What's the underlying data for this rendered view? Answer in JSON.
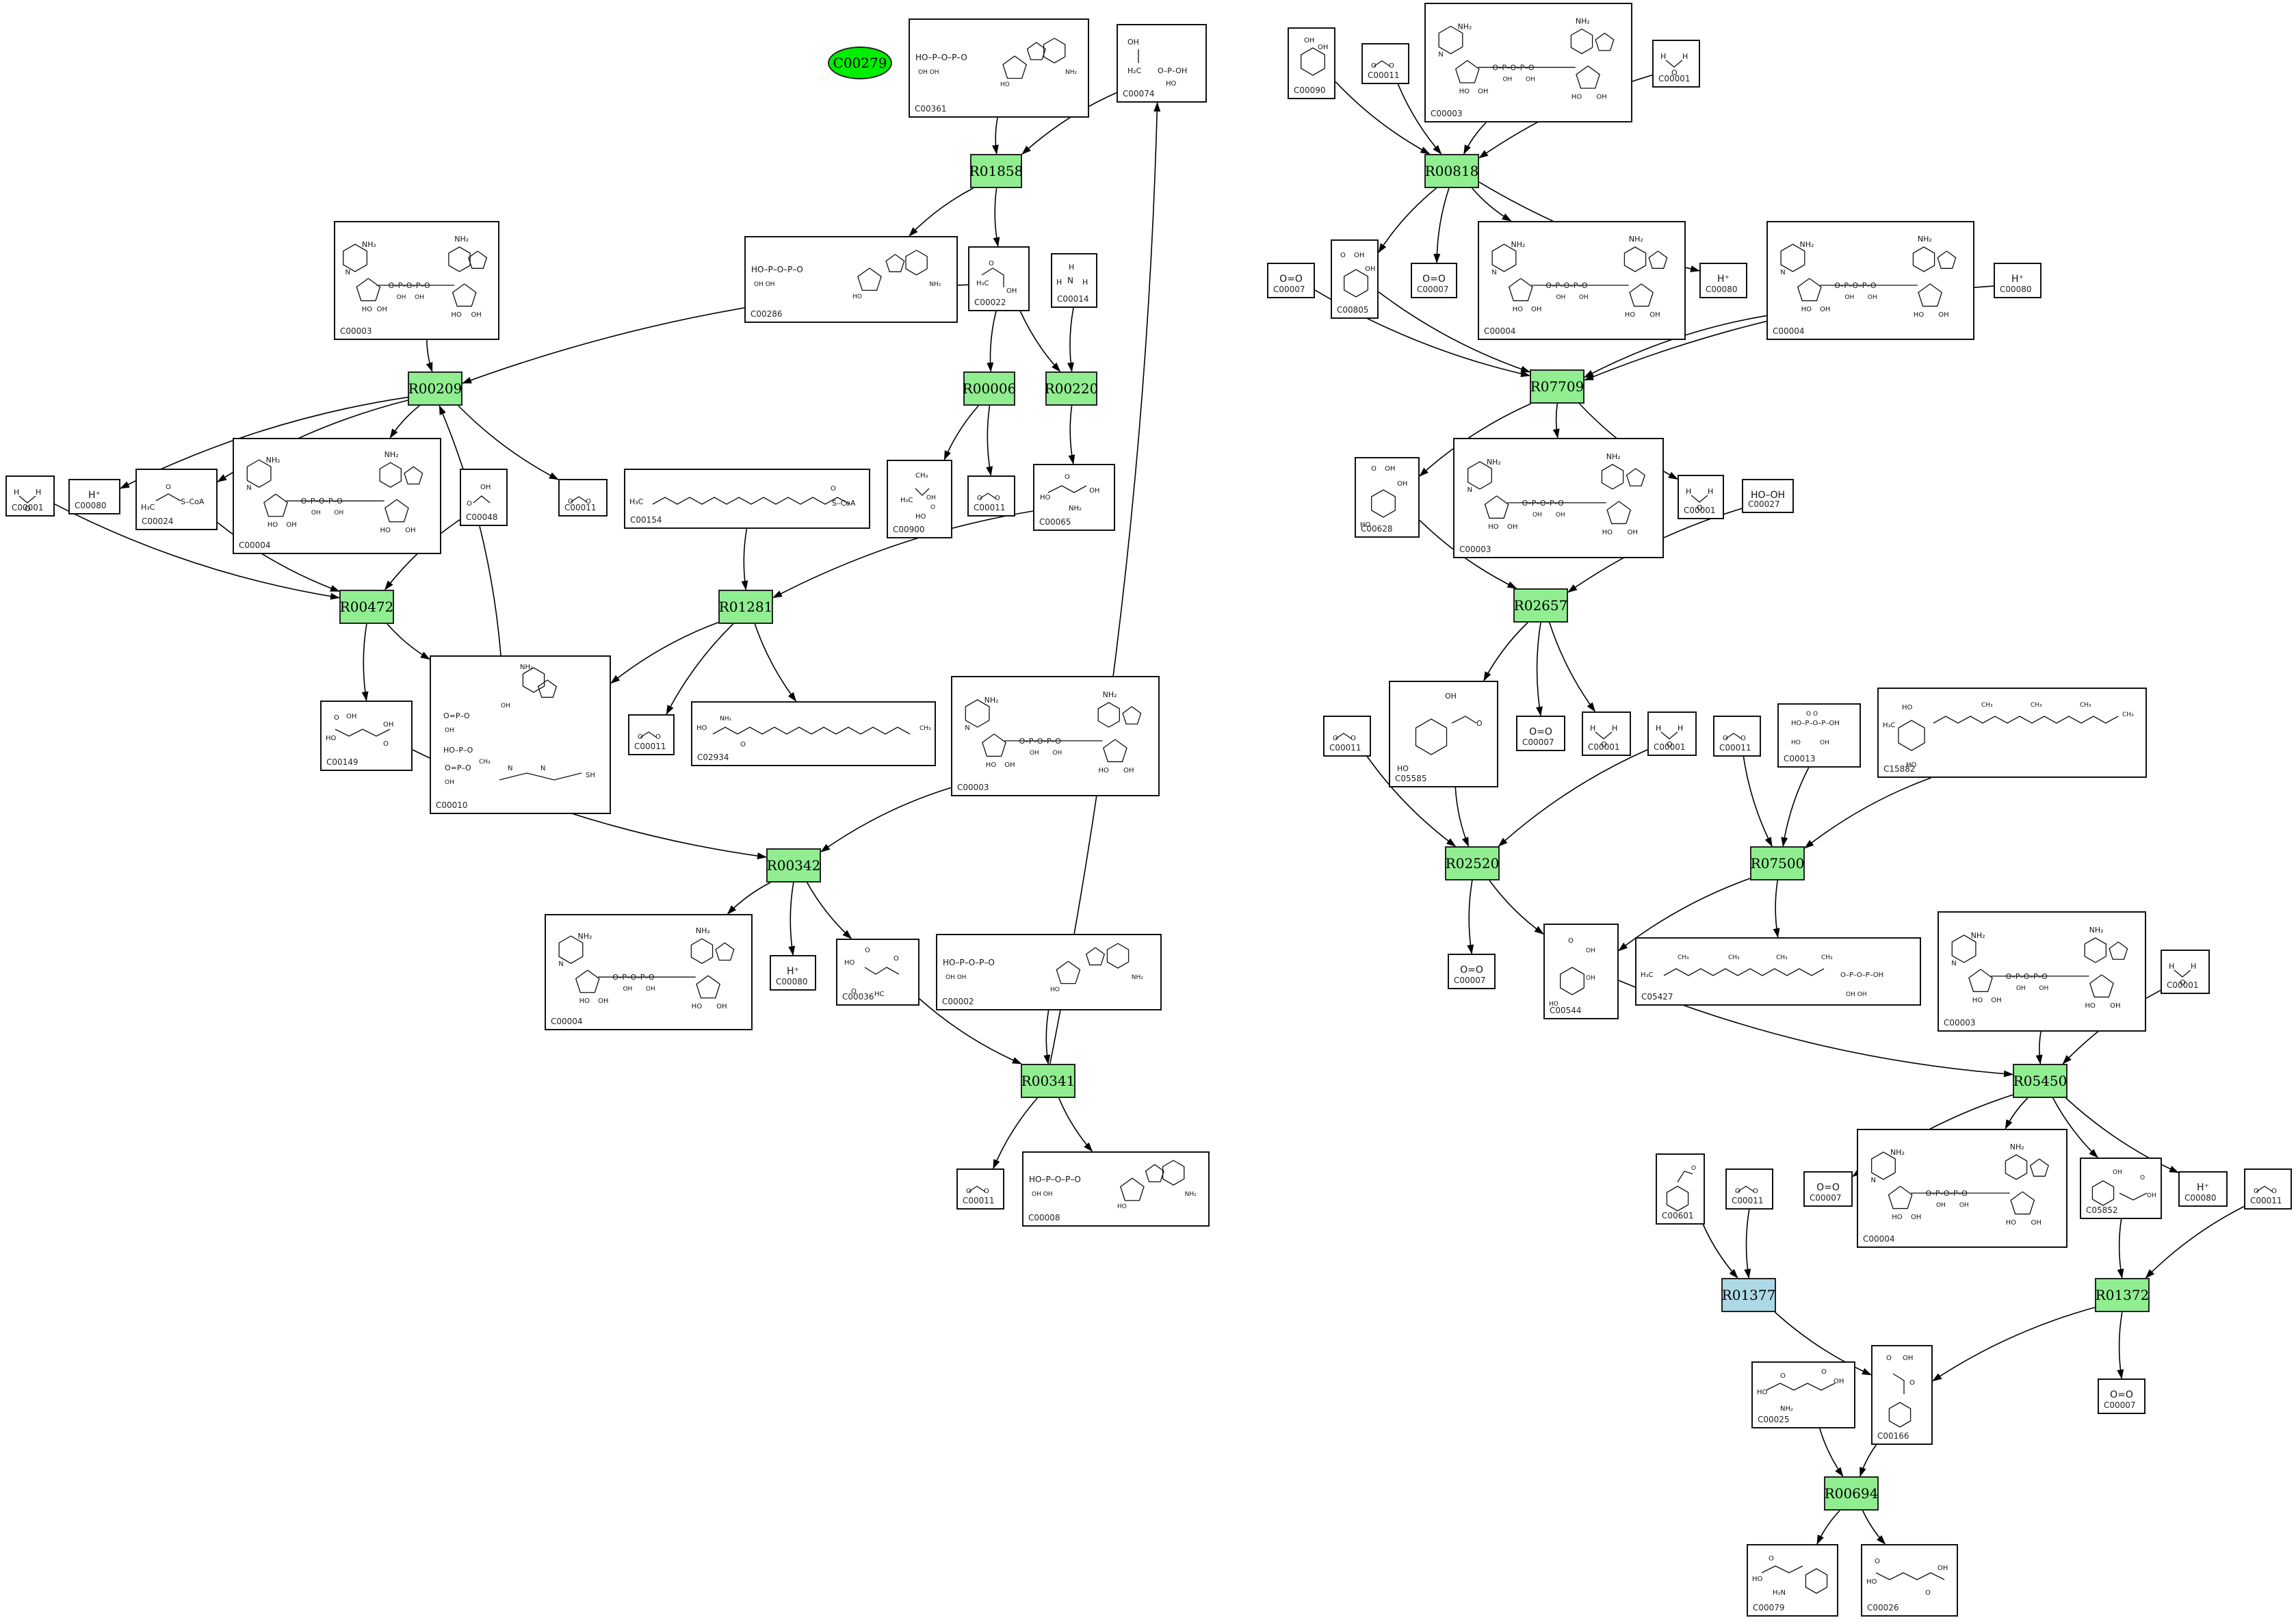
{
  "target": {
    "id": "C00279"
  },
  "reactions": [
    {
      "id": "R01858",
      "type": "main"
    },
    {
      "id": "R00209",
      "type": "main"
    },
    {
      "id": "R00006",
      "type": "main"
    },
    {
      "id": "R00220",
      "type": "main"
    },
    {
      "id": "R00472",
      "type": "main"
    },
    {
      "id": "R01281",
      "type": "main"
    },
    {
      "id": "R00342",
      "type": "main"
    },
    {
      "id": "R00341",
      "type": "main"
    },
    {
      "id": "R00818",
      "type": "main"
    },
    {
      "id": "R07709",
      "type": "main"
    },
    {
      "id": "R02657",
      "type": "main"
    },
    {
      "id": "R02520",
      "type": "main"
    },
    {
      "id": "R07500",
      "type": "main"
    },
    {
      "id": "R05450",
      "type": "main"
    },
    {
      "id": "R01377",
      "type": "alt"
    },
    {
      "id": "R01372",
      "type": "main"
    },
    {
      "id": "R00694",
      "type": "main"
    }
  ],
  "compounds": [
    {
      "key": "a_C00361",
      "id": "C00361",
      "formula": ""
    },
    {
      "key": "a_C00074",
      "id": "C00074",
      "formula": ""
    },
    {
      "key": "a_C00003",
      "id": "C00003",
      "formula": ""
    },
    {
      "key": "a_C00286",
      "id": "C00286",
      "formula": ""
    },
    {
      "key": "a_C00022",
      "id": "C00022",
      "formula": ""
    },
    {
      "key": "a_C00014",
      "id": "C00014",
      "formula": ""
    },
    {
      "key": "a_C00001",
      "id": "C00001",
      "formula": ""
    },
    {
      "key": "a_C00080",
      "id": "C00080",
      "formula": "H⁺"
    },
    {
      "key": "a_C00024",
      "id": "C00024",
      "formula": ""
    },
    {
      "key": "a_C00004",
      "id": "C00004",
      "formula": ""
    },
    {
      "key": "a_C00048",
      "id": "C00048",
      "formula": ""
    },
    {
      "key": "a_C00011",
      "id": "C00011",
      "formula": ""
    },
    {
      "key": "a_C00154",
      "id": "C00154",
      "formula": ""
    },
    {
      "key": "a_C00900",
      "id": "C00900",
      "formula": ""
    },
    {
      "key": "a_C00011b",
      "id": "C00011",
      "formula": ""
    },
    {
      "key": "a_C00065",
      "id": "C00065",
      "formula": ""
    },
    {
      "key": "a_C00149",
      "id": "C00149",
      "formula": ""
    },
    {
      "key": "a_C00010",
      "id": "C00010",
      "formula": ""
    },
    {
      "key": "a_C00011c",
      "id": "C00011",
      "formula": ""
    },
    {
      "key": "a_C02934",
      "id": "C02934",
      "formula": ""
    },
    {
      "key": "a_C00003b",
      "id": "C00003",
      "formula": ""
    },
    {
      "key": "a_C00004b",
      "id": "C00004",
      "formula": ""
    },
    {
      "key": "a_C00080b",
      "id": "C00080",
      "formula": "H⁺"
    },
    {
      "key": "a_C00036",
      "id": "C00036",
      "formula": ""
    },
    {
      "key": "a_C00002",
      "id": "C00002",
      "formula": ""
    },
    {
      "key": "a_C00011d",
      "id": "C00011",
      "formula": ""
    },
    {
      "key": "a_C00008",
      "id": "C00008",
      "formula": ""
    },
    {
      "key": "b_C00090",
      "id": "C00090",
      "formula": ""
    },
    {
      "key": "b_C00011",
      "id": "C00011",
      "formula": ""
    },
    {
      "key": "b_C00003",
      "id": "C00003",
      "formula": ""
    },
    {
      "key": "b_C00001",
      "id": "C00001",
      "formula": ""
    },
    {
      "key": "b_C00007",
      "id": "C00007",
      "formula": "O=O"
    },
    {
      "key": "b_C00805",
      "id": "C00805",
      "formula": ""
    },
    {
      "key": "b_C00007b",
      "id": "C00007",
      "formula": "O=O"
    },
    {
      "key": "b_C00004",
      "id": "C00004",
      "formula": ""
    },
    {
      "key": "b_C00080",
      "id": "C00080",
      "formula": "H⁺"
    },
    {
      "key": "b_C00004b",
      "id": "C00004",
      "formula": ""
    },
    {
      "key": "b_C00080b",
      "id": "C00080",
      "formula": "H⁺"
    },
    {
      "key": "b_C00628",
      "id": "C00628",
      "formula": ""
    },
    {
      "key": "b_C00003b",
      "id": "C00003",
      "formula": ""
    },
    {
      "key": "b_C00001b",
      "id": "C00001",
      "formula": ""
    },
    {
      "key": "b_C00027",
      "id": "C00027",
      "formula": "HO–OH"
    },
    {
      "key": "b_C00011b",
      "id": "C00011",
      "formula": ""
    },
    {
      "key": "b_C05585",
      "id": "C05585",
      "formula": ""
    },
    {
      "key": "b_C00007c",
      "id": "C00007",
      "formula": "O=O"
    },
    {
      "key": "b_C00001c",
      "id": "C00001",
      "formula": ""
    },
    {
      "key": "b_C00001d",
      "id": "C00001",
      "formula": ""
    },
    {
      "key": "b_C00011c",
      "id": "C00011",
      "formula": ""
    },
    {
      "key": "b_C00013",
      "id": "C00013",
      "formula": ""
    },
    {
      "key": "b_C15882",
      "id": "C15882",
      "formula": ""
    },
    {
      "key": "b_C00007d",
      "id": "C00007",
      "formula": "O=O"
    },
    {
      "key": "b_C00544",
      "id": "C00544",
      "formula": ""
    },
    {
      "key": "b_C05427",
      "id": "C05427",
      "formula": ""
    },
    {
      "key": "b_C00003c",
      "id": "C00003",
      "formula": ""
    },
    {
      "key": "b_C00001e",
      "id": "C00001",
      "formula": ""
    },
    {
      "key": "b_C00007e",
      "id": "C00007",
      "formula": "O=O"
    },
    {
      "key": "b_C00004c",
      "id": "C00004",
      "formula": ""
    },
    {
      "key": "b_C05852",
      "id": "C05852",
      "formula": ""
    },
    {
      "key": "b_C00080c",
      "id": "C00080",
      "formula": "H⁺"
    },
    {
      "key": "b_C00011d",
      "id": "C00011",
      "formula": ""
    },
    {
      "key": "b_C00601",
      "id": "C00601",
      "formula": ""
    },
    {
      "key": "b_C00011e",
      "id": "C00011",
      "formula": ""
    },
    {
      "key": "b_C00007f",
      "id": "C00007",
      "formula": "O=O"
    },
    {
      "key": "b_C00025",
      "id": "C00025",
      "formula": ""
    },
    {
      "key": "b_C00166",
      "id": "C00166",
      "formula": ""
    },
    {
      "key": "b_C00079",
      "id": "C00079",
      "formula": ""
    },
    {
      "key": "b_C00026",
      "id": "C00026",
      "formula": ""
    }
  ],
  "edges": [
    [
      "a_C00361",
      "R01858"
    ],
    [
      "a_C00074",
      "R01858"
    ],
    [
      "R01858",
      "a_C00286"
    ],
    [
      "R01858",
      "a_C00022"
    ],
    [
      "a_C00003",
      "R00209"
    ],
    [
      "a_C00022",
      "R00209"
    ],
    [
      "a_C00022",
      "R00006"
    ],
    [
      "a_C00022",
      "R00220"
    ],
    [
      "a_C00014",
      "R00220"
    ],
    [
      "R00209",
      "a_C00080"
    ],
    [
      "R00209",
      "a_C00024"
    ],
    [
      "R00209",
      "a_C00004"
    ],
    [
      "R00209",
      "a_C00011"
    ],
    [
      "a_C00001",
      "R00472"
    ],
    [
      "a_C00024",
      "R00472"
    ],
    [
      "a_C00048",
      "R00472"
    ],
    [
      "R00472",
      "a_C00149"
    ],
    [
      "R00472",
      "a_C00010"
    ],
    [
      "a_C00010",
      "R00209"
    ],
    [
      "R00006",
      "a_C00900"
    ],
    [
      "R00006",
      "a_C00011b"
    ],
    [
      "R00220",
      "a_C00065"
    ],
    [
      "a_C00154",
      "R01281"
    ],
    [
      "a_C00065",
      "R01281"
    ],
    [
      "R01281",
      "a_C00010"
    ],
    [
      "R01281",
      "a_C00011c"
    ],
    [
      "R01281",
      "a_C02934"
    ],
    [
      "a_C00149",
      "R00342"
    ],
    [
      "a_C00003b",
      "R00342"
    ],
    [
      "R00342",
      "a_C00004b"
    ],
    [
      "R00342",
      "a_C00080b"
    ],
    [
      "R00342",
      "a_C00036"
    ],
    [
      "a_C00036",
      "R00341"
    ],
    [
      "a_C00002",
      "R00341"
    ],
    [
      "R00341",
      "a_C00011d"
    ],
    [
      "R00341",
      "a_C00008"
    ],
    [
      "R00341",
      "a_C00074"
    ],
    [
      "b_C00090",
      "R00818"
    ],
    [
      "b_C00011",
      "R00818"
    ],
    [
      "b_C00003",
      "R00818"
    ],
    [
      "b_C00001",
      "R00818"
    ],
    [
      "R00818",
      "b_C00805"
    ],
    [
      "R00818",
      "b_C00007b"
    ],
    [
      "R00818",
      "b_C00004"
    ],
    [
      "R00818",
      "b_C00080"
    ],
    [
      "b_C00007",
      "R07709"
    ],
    [
      "b_C00805",
      "R07709"
    ],
    [
      "b_C00004b",
      "R07709"
    ],
    [
      "b_C00080b",
      "R07709"
    ],
    [
      "R07709",
      "b_C00628"
    ],
    [
      "R07709",
      "b_C00003b"
    ],
    [
      "R07709",
      "b_C00001b"
    ],
    [
      "b_C00628",
      "R02657"
    ],
    [
      "b_C00027",
      "R02657"
    ],
    [
      "R02657",
      "b_C05585"
    ],
    [
      "R02657",
      "b_C00007c"
    ],
    [
      "R02657",
      "b_C00001c"
    ],
    [
      "b_C00011b",
      "R02520"
    ],
    [
      "b_C05585",
      "R02520"
    ],
    [
      "b_C00001d",
      "R02520"
    ],
    [
      "R02520",
      "b_C00007d"
    ],
    [
      "R02520",
      "b_C00544"
    ],
    [
      "b_C00011c",
      "R07500"
    ],
    [
      "b_C00013",
      "R07500"
    ],
    [
      "b_C15882",
      "R07500"
    ],
    [
      "R07500",
      "b_C00544"
    ],
    [
      "R07500",
      "b_C05427"
    ],
    [
      "b_C00544",
      "R05450"
    ],
    [
      "b_C00003c",
      "R05450"
    ],
    [
      "b_C00001e",
      "R05450"
    ],
    [
      "R05450",
      "b_C00007e"
    ],
    [
      "R05450",
      "b_C00004c"
    ],
    [
      "R05450",
      "b_C05852"
    ],
    [
      "R05450",
      "b_C00080c"
    ],
    [
      "b_C05852",
      "R01372"
    ],
    [
      "b_C00011d",
      "R01372"
    ],
    [
      "R01372",
      "b_C00007f"
    ],
    [
      "R01372",
      "b_C00166"
    ],
    [
      "b_C00601",
      "R01377"
    ],
    [
      "b_C00011e",
      "R01377"
    ],
    [
      "R01377",
      "b_C00166"
    ],
    [
      "b_C00025",
      "R00694"
    ],
    [
      "b_C00166",
      "R00694"
    ],
    [
      "R00694",
      "b_C00079"
    ],
    [
      "R00694",
      "b_C00026"
    ]
  ],
  "colors": {
    "reaction_fill": "#90ee90",
    "reaction_alt_fill": "#add8e6",
    "target_fill": "#00ee00",
    "edge": "#000000",
    "box_border": "#111111"
  },
  "icons": {
    "reaction_node": "rectangle-node",
    "target_node": "ellipse-node",
    "compound_node": "structure-box"
  }
}
